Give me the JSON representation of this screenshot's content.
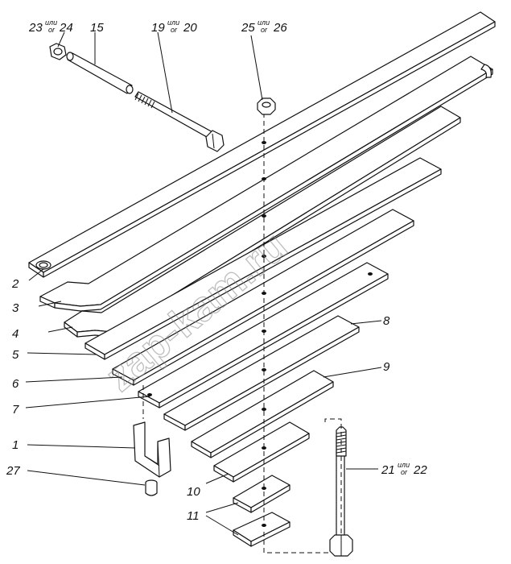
{
  "watermark": "zap-kam.ru",
  "or_word": "или",
  "or_word_en": "or",
  "labels": {
    "p1": "1",
    "p2": "2",
    "p3": "3",
    "p4": "4",
    "p5": "5",
    "p6": "6",
    "p7": "7",
    "p8": "8",
    "p9": "9",
    "p10": "10",
    "p11": "11",
    "p15": "15",
    "p19": "19",
    "p20": "20",
    "p21": "21",
    "p22": "22",
    "p23": "23",
    "p24": "24",
    "p25": "25",
    "p26": "26",
    "p27": "27"
  },
  "colors": {
    "line": "#111111",
    "watermark": "#8a8a8a",
    "background": "#ffffff"
  }
}
